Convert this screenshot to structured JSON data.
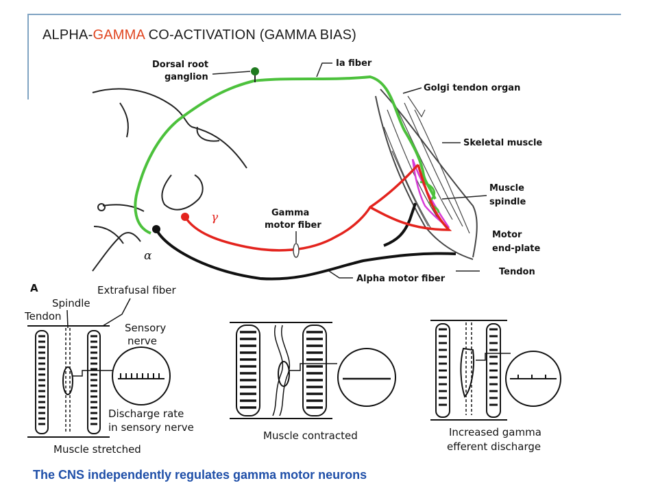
{
  "title": {
    "prefix": "ALPHA-",
    "accent": "GAMMA",
    "suffix": " CO-ACTIVATION (GAMMA BIAS)"
  },
  "labels": {
    "dorsal_root": "Dorsal root",
    "ganglion": "ganglion",
    "ia_fiber": "Ia fiber",
    "golgi": "Golgi tendon organ",
    "skeletal": "Skeletal muscle",
    "muscle": "Muscle",
    "spindle": "spindle",
    "motor": "Motor",
    "end_plate": "end-plate",
    "tendon_top": "Tendon",
    "gamma": "Gamma",
    "motor_fiber": "motor fiber",
    "alpha_motor": "Alpha motor fiber",
    "gamma_symbol": "γ",
    "alpha_symbol": "α"
  },
  "bottom": {
    "panel_letter": "A",
    "extrafusal": "Extrafusal fiber",
    "spindle": "Spindle",
    "tendon": "Tendon",
    "sensory": "Sensory",
    "nerve": "nerve",
    "discharge1": "Discharge rate",
    "discharge2": "in sensory nerve",
    "stretched": "Muscle stretched",
    "contracted": "Muscle contracted",
    "increased1": "Increased gamma",
    "increased2": "efferent discharge"
  },
  "caption": "The CNS independently regulates gamma motor neurons",
  "colors": {
    "sensory": "#4cc13c",
    "gamma": "#e3231d",
    "alpha": "#111111",
    "spindle": "#d63bd6",
    "accent": "#e0451f",
    "caption": "#1f4fa8"
  }
}
